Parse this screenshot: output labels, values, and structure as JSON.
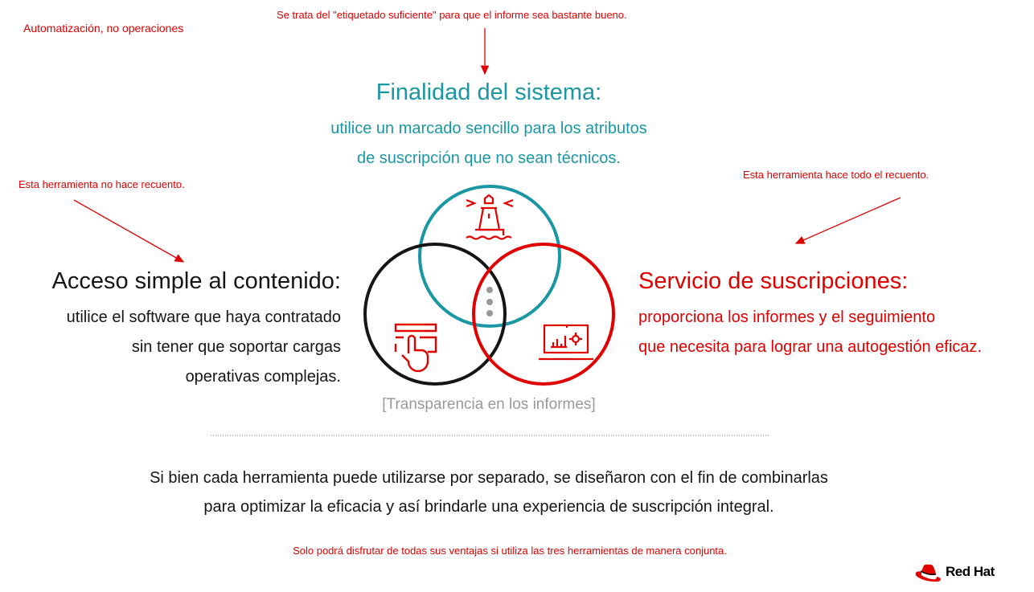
{
  "notes": {
    "top_left": "Automatización, no operaciones",
    "top_center": "Se trata del \"etiquetado suficiente\" para que el informe sea bastante bueno.",
    "left": "Esta herramienta no hace recuento.",
    "right": "Esta herramienta hace todo el recuento.",
    "bottom": "Solo podrá disfrutar de todas sus ventajas si utiliza las tres herramientas de manera conjunta."
  },
  "purpose": {
    "title": "Finalidad del sistema:",
    "lines": [
      "utilice un marcado sencillo para los atributos",
      "de suscripción que no sean técnicos."
    ]
  },
  "access": {
    "title": "Acceso simple al contenido:",
    "lines": [
      "utilice el software que haya contratado",
      "sin tener que soportar cargas",
      "operativas complejas."
    ]
  },
  "subscriptions": {
    "title": "Servicio de suscripciones:",
    "lines": [
      "proporciona los informes y el seguimiento",
      "que necesita para lograr una autogestión eficaz."
    ]
  },
  "venn_caption": "[Transparencia en los informes]",
  "summary": [
    "Si bien cada herramienta puede utilizarse por separado, se diseñaron con el fin de combinarlas",
    "para optimizar la eficacia y así brindarle una experiencia de suscripción integral."
  ],
  "logo": "Red Hat",
  "colors": {
    "teal": "#1a97a4",
    "red": "#e00000",
    "black": "#151515"
  }
}
